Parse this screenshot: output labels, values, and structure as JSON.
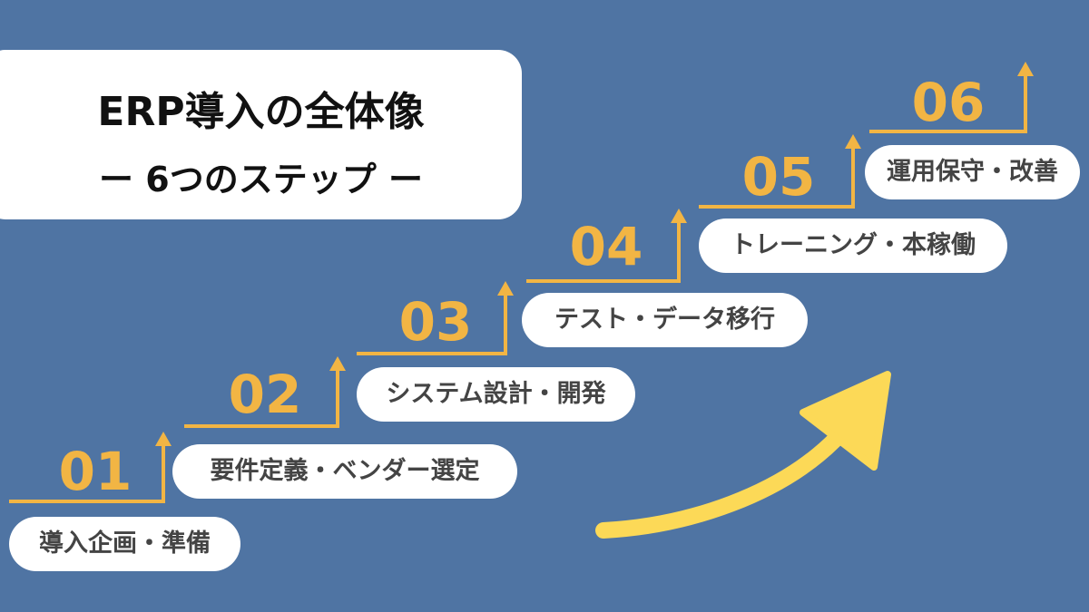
{
  "title": {
    "line1": "ERP導入の全体像",
    "line2": "ー 6つのステップ ー"
  },
  "colors": {
    "background": "#4f74a3",
    "step": "#f2b544",
    "arrow": "#fcd957",
    "label_text": "#444444"
  },
  "steps": [
    {
      "number": "01",
      "label": "導入企画・準備"
    },
    {
      "number": "02",
      "label": "要件定義・ベンダー選定"
    },
    {
      "number": "03",
      "label": "システム設計・開発"
    },
    {
      "number": "04",
      "label": "テスト・データ移行"
    },
    {
      "number": "05",
      "label": "トレーニング・本稼働"
    },
    {
      "number": "06",
      "label": "運用保守・改善"
    }
  ]
}
